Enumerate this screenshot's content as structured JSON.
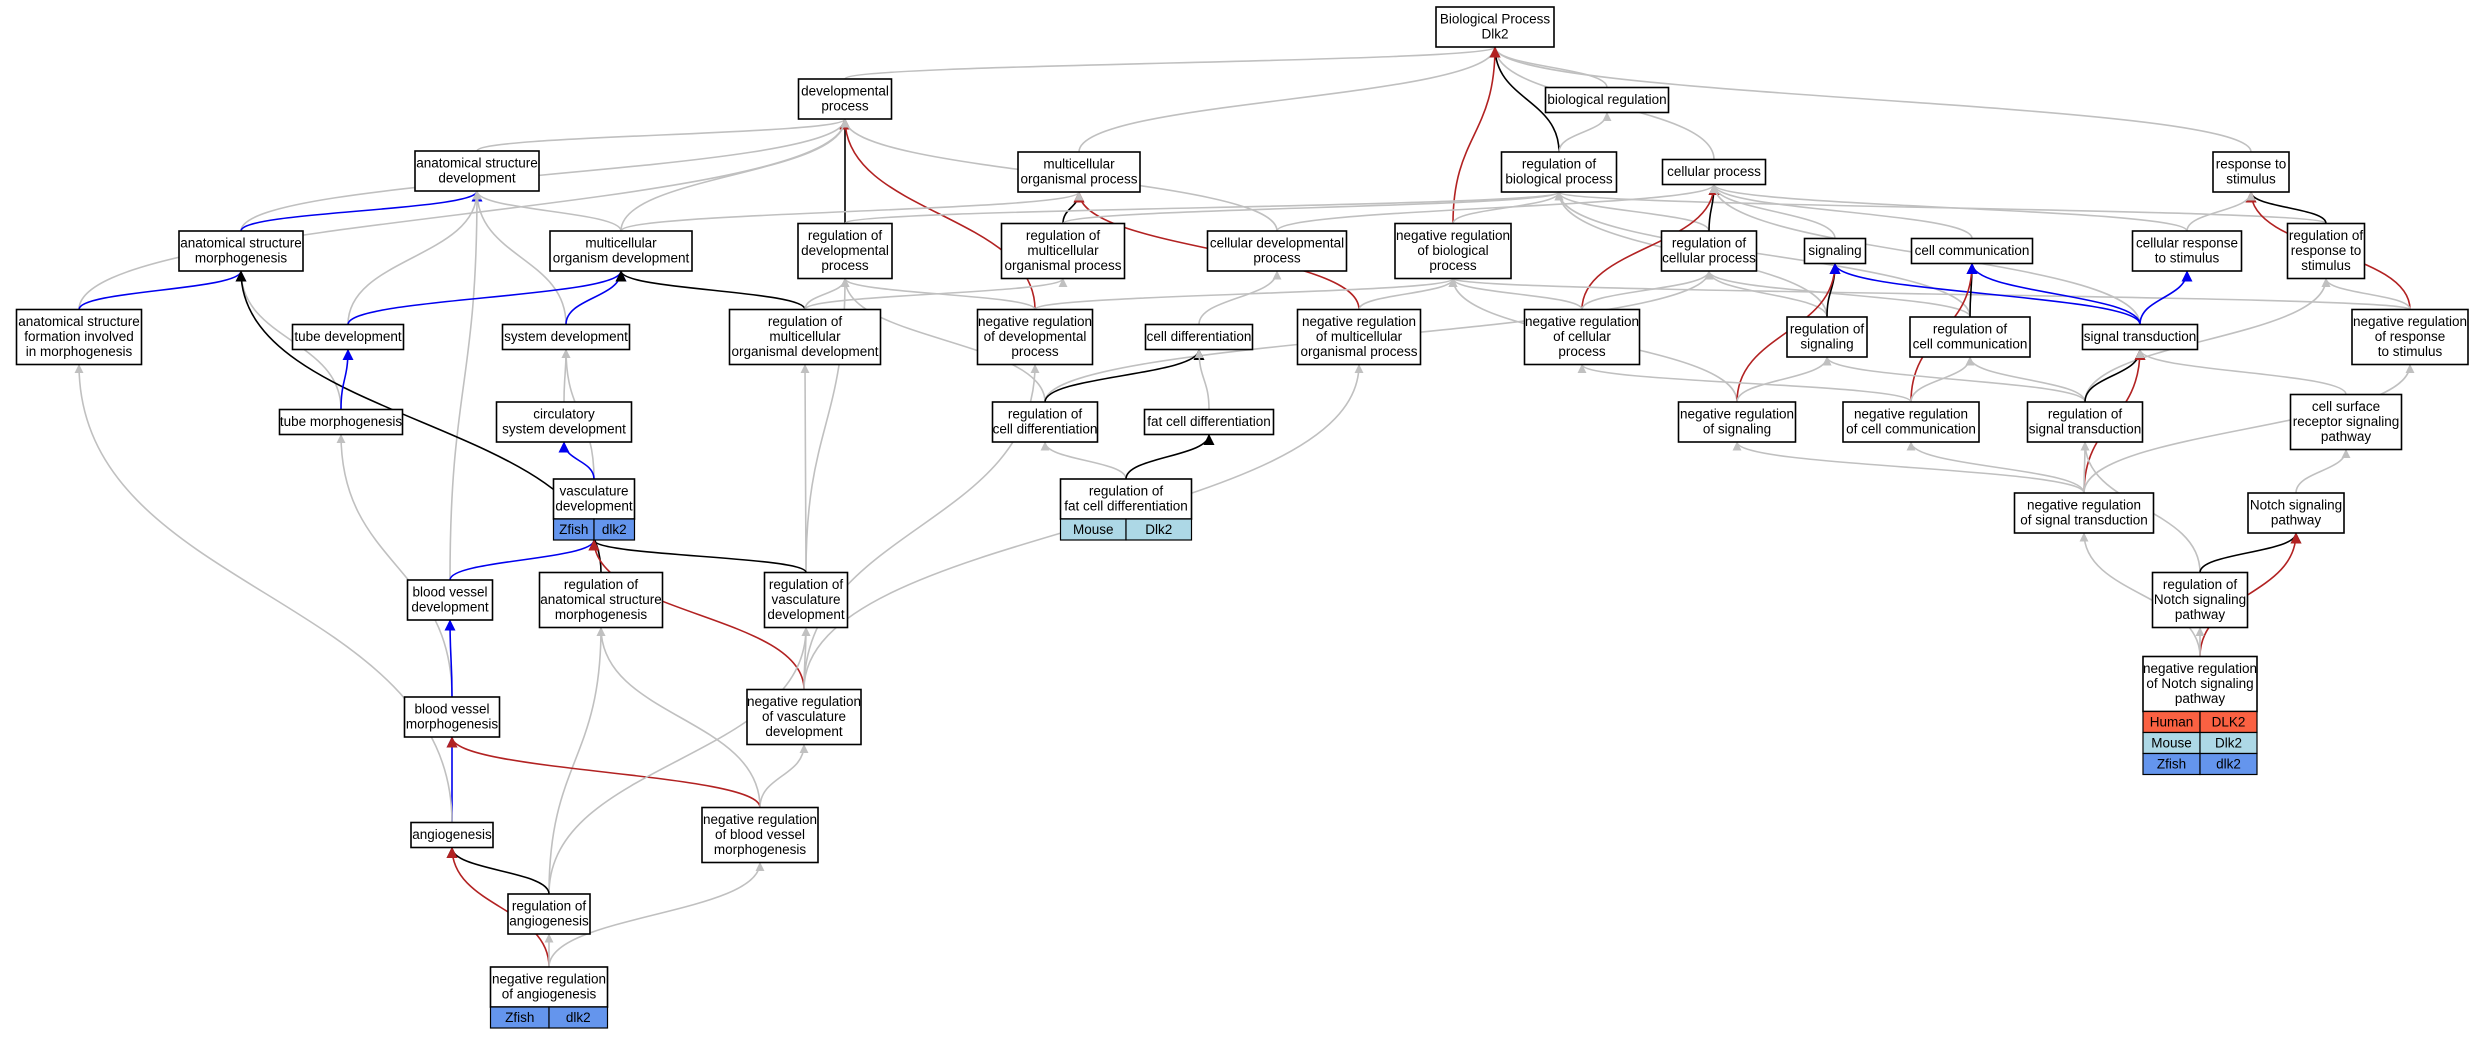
{
  "colors": {
    "gray": "#c0c0c0",
    "black": "#000000",
    "blue": "#0000ee",
    "red": "#b22222",
    "human": "#fa6142",
    "mouse": "#add8e6",
    "zfish": "#6495ed"
  },
  "nodes": [
    {
      "id": "bp",
      "lines": [
        "Biological Process",
        "Dlk2"
      ]
    },
    {
      "id": "dev",
      "lines": [
        "developmental",
        "process"
      ]
    },
    {
      "id": "breg",
      "lines": [
        "biological regulation"
      ]
    },
    {
      "id": "asd",
      "lines": [
        "anatomical structure",
        "development"
      ]
    },
    {
      "id": "mop",
      "lines": [
        "multicellular",
        "organismal process"
      ]
    },
    {
      "id": "rbp",
      "lines": [
        "regulation of",
        "biological process"
      ]
    },
    {
      "id": "cp",
      "lines": [
        "cellular process"
      ]
    },
    {
      "id": "rts",
      "lines": [
        "response to",
        "stimulus"
      ]
    },
    {
      "id": "asm",
      "lines": [
        "anatomical structure",
        "morphogenesis"
      ]
    },
    {
      "id": "mod",
      "lines": [
        "multicellular",
        "organism development"
      ]
    },
    {
      "id": "rdp",
      "lines": [
        "regulation of",
        "developmental",
        "process"
      ]
    },
    {
      "id": "rmop",
      "lines": [
        "regulation of",
        "multicellular",
        "organismal process"
      ]
    },
    {
      "id": "cdp",
      "lines": [
        "cellular developmental",
        "process"
      ]
    },
    {
      "id": "nrbp",
      "lines": [
        "negative regulation",
        "of biological",
        "process"
      ]
    },
    {
      "id": "rcp",
      "lines": [
        "regulation of",
        "cellular process"
      ]
    },
    {
      "id": "sig",
      "lines": [
        "signaling"
      ]
    },
    {
      "id": "cc",
      "lines": [
        "cell communication"
      ]
    },
    {
      "id": "crs",
      "lines": [
        "cellular response",
        "to stimulus"
      ]
    },
    {
      "id": "rrs",
      "lines": [
        "regulation of",
        "response to",
        "stimulus"
      ]
    },
    {
      "id": "asfm",
      "lines": [
        "anatomical structure",
        "formation involved",
        "in morphogenesis"
      ]
    },
    {
      "id": "td",
      "lines": [
        "tube development"
      ]
    },
    {
      "id": "sd",
      "lines": [
        "system development"
      ]
    },
    {
      "id": "rmod",
      "lines": [
        "regulation of",
        "multicellular",
        "organismal development"
      ]
    },
    {
      "id": "nrdp",
      "lines": [
        "negative regulation",
        "of developmental",
        "process"
      ]
    },
    {
      "id": "cdiff",
      "lines": [
        "cell differentiation"
      ]
    },
    {
      "id": "nrmop",
      "lines": [
        "negative regulation",
        "of multicellular",
        "organismal process"
      ]
    },
    {
      "id": "nrcp",
      "lines": [
        "negative regulation",
        "of cellular",
        "process"
      ]
    },
    {
      "id": "rsig",
      "lines": [
        "regulation of",
        "signaling"
      ]
    },
    {
      "id": "rcc",
      "lines": [
        "regulation of",
        "cell communication"
      ]
    },
    {
      "id": "st",
      "lines": [
        "signal transduction"
      ]
    },
    {
      "id": "nrrs",
      "lines": [
        "negative regulation",
        "of response",
        "to stimulus"
      ]
    },
    {
      "id": "tm",
      "lines": [
        "tube morphogenesis"
      ]
    },
    {
      "id": "csd",
      "lines": [
        "circulatory",
        "system development"
      ]
    },
    {
      "id": "rcd",
      "lines": [
        "regulation of",
        "cell differentiation"
      ]
    },
    {
      "id": "fcd",
      "lines": [
        "fat cell differentiation"
      ]
    },
    {
      "id": "nrsig",
      "lines": [
        "negative regulation",
        "of signaling"
      ]
    },
    {
      "id": "nrcc",
      "lines": [
        "negative regulation",
        "of cell communication"
      ]
    },
    {
      "id": "rst",
      "lines": [
        "regulation of",
        "signal transduction"
      ]
    },
    {
      "id": "csrsp",
      "lines": [
        "cell surface",
        "receptor signaling",
        "pathway"
      ]
    },
    {
      "id": "vd",
      "lines": [
        "vasculature",
        "development"
      ],
      "ann": [
        [
          "Zfish",
          "dlk2"
        ]
      ]
    },
    {
      "id": "rfcd",
      "lines": [
        "regulation of",
        "fat cell differentiation"
      ],
      "ann": [
        [
          "Mouse",
          "Dlk2"
        ]
      ]
    },
    {
      "id": "nrst",
      "lines": [
        "negative regulation",
        "of signal transduction"
      ]
    },
    {
      "id": "nsp",
      "lines": [
        "Notch signaling",
        "pathway"
      ]
    },
    {
      "id": "bvd",
      "lines": [
        "blood vessel",
        "development"
      ]
    },
    {
      "id": "rasm",
      "lines": [
        "regulation of",
        "anatomical structure",
        "morphogenesis"
      ]
    },
    {
      "id": "rvd",
      "lines": [
        "regulation of",
        "vasculature",
        "development"
      ]
    },
    {
      "id": "rnsp",
      "lines": [
        "regulation of",
        "Notch signaling",
        "pathway"
      ]
    },
    {
      "id": "bvm",
      "lines": [
        "blood vessel",
        "morphogenesis"
      ]
    },
    {
      "id": "nrvd",
      "lines": [
        "negative regulation",
        "of vasculature",
        "development"
      ]
    },
    {
      "id": "nrnsp",
      "lines": [
        "negative regulation",
        "of Notch signaling",
        "pathway"
      ],
      "ann": [
        [
          "Human",
          "DLK2"
        ],
        [
          "Mouse",
          "Dlk2"
        ],
        [
          "Zfish",
          "dlk2"
        ]
      ]
    },
    {
      "id": "ang",
      "lines": [
        "angiogenesis"
      ]
    },
    {
      "id": "nrbvm",
      "lines": [
        "negative regulation",
        "of blood vessel",
        "morphogenesis"
      ]
    },
    {
      "id": "rang",
      "lines": [
        "regulation of",
        "angiogenesis"
      ]
    },
    {
      "id": "nrang",
      "lines": [
        "negative regulation",
        "of angiogenesis"
      ],
      "ann": [
        [
          "Zfish",
          "dlk2"
        ]
      ]
    }
  ],
  "edges": [
    [
      "dev",
      "bp",
      "gray"
    ],
    [
      "breg",
      "bp",
      "gray"
    ],
    [
      "mop",
      "bp",
      "gray"
    ],
    [
      "rbp",
      "bp",
      "black"
    ],
    [
      "cp",
      "bp",
      "gray"
    ],
    [
      "rts",
      "bp",
      "gray"
    ],
    [
      "nrbp",
      "bp",
      "red"
    ],
    [
      "rbp",
      "breg",
      "gray"
    ],
    [
      "asd",
      "dev",
      "gray"
    ],
    [
      "asm",
      "dev",
      "gray"
    ],
    [
      "mod",
      "dev",
      "gray"
    ],
    [
      "rdp",
      "dev",
      "black"
    ],
    [
      "nrdp",
      "dev",
      "red"
    ],
    [
      "cdp",
      "dev",
      "gray"
    ],
    [
      "asfm",
      "dev",
      "gray"
    ],
    [
      "asm",
      "asd",
      "blue"
    ],
    [
      "mod",
      "asd",
      "gray"
    ],
    [
      "td",
      "asd",
      "gray"
    ],
    [
      "sd",
      "asd",
      "gray"
    ],
    [
      "bvd",
      "asd",
      "gray"
    ],
    [
      "rmop",
      "mop",
      "black"
    ],
    [
      "nrmop",
      "mop",
      "red"
    ],
    [
      "mod",
      "mop",
      "gray"
    ],
    [
      "rdp",
      "rbp",
      "gray"
    ],
    [
      "rmop",
      "rbp",
      "gray"
    ],
    [
      "nrbp",
      "rbp",
      "gray"
    ],
    [
      "rcp",
      "rbp",
      "gray"
    ],
    [
      "rrs",
      "rbp",
      "gray"
    ],
    [
      "rsig",
      "rbp",
      "gray"
    ],
    [
      "rcc",
      "rbp",
      "gray"
    ],
    [
      "rcp",
      "cp",
      "black"
    ],
    [
      "nrcp",
      "cp",
      "red"
    ],
    [
      "sig",
      "cp",
      "gray"
    ],
    [
      "cc",
      "cp",
      "gray"
    ],
    [
      "cdp",
      "cp",
      "gray"
    ],
    [
      "crs",
      "cp",
      "gray"
    ],
    [
      "st",
      "cp",
      "gray"
    ],
    [
      "rrs",
      "rts",
      "black"
    ],
    [
      "nrrs",
      "rts",
      "red"
    ],
    [
      "crs",
      "rts",
      "gray"
    ],
    [
      "asfm",
      "asm",
      "blue"
    ],
    [
      "tm",
      "asm",
      "gray"
    ],
    [
      "rasm",
      "asm",
      "black"
    ],
    [
      "td",
      "mod",
      "blue"
    ],
    [
      "sd",
      "mod",
      "blue"
    ],
    [
      "rmod",
      "mod",
      "black"
    ],
    [
      "rmod",
      "rdp",
      "gray"
    ],
    [
      "nrdp",
      "rdp",
      "gray"
    ],
    [
      "rcd",
      "rdp",
      "gray"
    ],
    [
      "rvd",
      "rdp",
      "gray"
    ],
    [
      "rmod",
      "rmop",
      "gray"
    ],
    [
      "cdiff",
      "cdp",
      "gray"
    ],
    [
      "nrdp",
      "nrbp",
      "gray"
    ],
    [
      "nrmop",
      "nrbp",
      "gray"
    ],
    [
      "nrcp",
      "nrbp",
      "gray"
    ],
    [
      "nrsig",
      "nrbp",
      "gray"
    ],
    [
      "nrrs",
      "nrbp",
      "gray"
    ],
    [
      "nrcp",
      "rcp",
      "gray"
    ],
    [
      "rsig",
      "rcp",
      "gray"
    ],
    [
      "rcc",
      "rcp",
      "gray"
    ],
    [
      "rcd",
      "rcp",
      "gray"
    ],
    [
      "rsig",
      "sig",
      "black"
    ],
    [
      "nrsig",
      "sig",
      "red"
    ],
    [
      "st",
      "sig",
      "blue"
    ],
    [
      "rcc",
      "cc",
      "black"
    ],
    [
      "nrcc",
      "cc",
      "red"
    ],
    [
      "st",
      "cc",
      "blue"
    ],
    [
      "st",
      "crs",
      "blue"
    ],
    [
      "nrrs",
      "rrs",
      "gray"
    ],
    [
      "rst",
      "rrs",
      "gray"
    ],
    [
      "tm",
      "td",
      "blue"
    ],
    [
      "csd",
      "sd",
      "gray"
    ],
    [
      "vd",
      "sd",
      "gray"
    ],
    [
      "rvd",
      "rmod",
      "gray"
    ],
    [
      "nrvd",
      "nrdp",
      "gray"
    ],
    [
      "rcd",
      "cdiff",
      "black"
    ],
    [
      "fcd",
      "cdiff",
      "gray"
    ],
    [
      "nrvd",
      "nrmop",
      "gray"
    ],
    [
      "nrcc",
      "nrcp",
      "gray"
    ],
    [
      "nrsig",
      "rsig",
      "gray"
    ],
    [
      "rst",
      "rsig",
      "gray"
    ],
    [
      "nrcc",
      "rcc",
      "gray"
    ],
    [
      "rst",
      "rcc",
      "gray"
    ],
    [
      "rst",
      "st",
      "black"
    ],
    [
      "nrst",
      "st",
      "red"
    ],
    [
      "csrsp",
      "st",
      "gray"
    ],
    [
      "nrst",
      "nrrs",
      "gray"
    ],
    [
      "bvm",
      "tm",
      "gray"
    ],
    [
      "vd",
      "csd",
      "blue"
    ],
    [
      "rfcd",
      "rcd",
      "gray"
    ],
    [
      "rfcd",
      "fcd",
      "black"
    ],
    [
      "nrst",
      "nrsig",
      "gray"
    ],
    [
      "nrst",
      "nrcc",
      "gray"
    ],
    [
      "nrst",
      "rst",
      "gray"
    ],
    [
      "rnsp",
      "rst",
      "gray"
    ],
    [
      "nsp",
      "csrsp",
      "gray"
    ],
    [
      "bvd",
      "vd",
      "blue"
    ],
    [
      "rvd",
      "vd",
      "black"
    ],
    [
      "nrvd",
      "vd",
      "red"
    ],
    [
      "nrnsp",
      "nrst",
      "gray"
    ],
    [
      "rnsp",
      "nsp",
      "black"
    ],
    [
      "nrnsp",
      "nsp",
      "red"
    ],
    [
      "bvm",
      "bvd",
      "blue"
    ],
    [
      "rang",
      "rasm",
      "gray"
    ],
    [
      "nrbvm",
      "rasm",
      "gray"
    ],
    [
      "nrvd",
      "rvd",
      "gray"
    ],
    [
      "nrnsp",
      "rnsp",
      "gray"
    ],
    [
      "ang",
      "bvm",
      "blue"
    ],
    [
      "nrbvm",
      "bvm",
      "red"
    ],
    [
      "rang",
      "rvd",
      "gray"
    ],
    [
      "nrbvm",
      "nrvd",
      "gray"
    ],
    [
      "ang",
      "asfm",
      "gray"
    ],
    [
      "rang",
      "ang",
      "black"
    ],
    [
      "nrang",
      "ang",
      "red"
    ],
    [
      "nrang",
      "nrbvm",
      "gray"
    ],
    [
      "nrang",
      "rang",
      "gray"
    ]
  ]
}
